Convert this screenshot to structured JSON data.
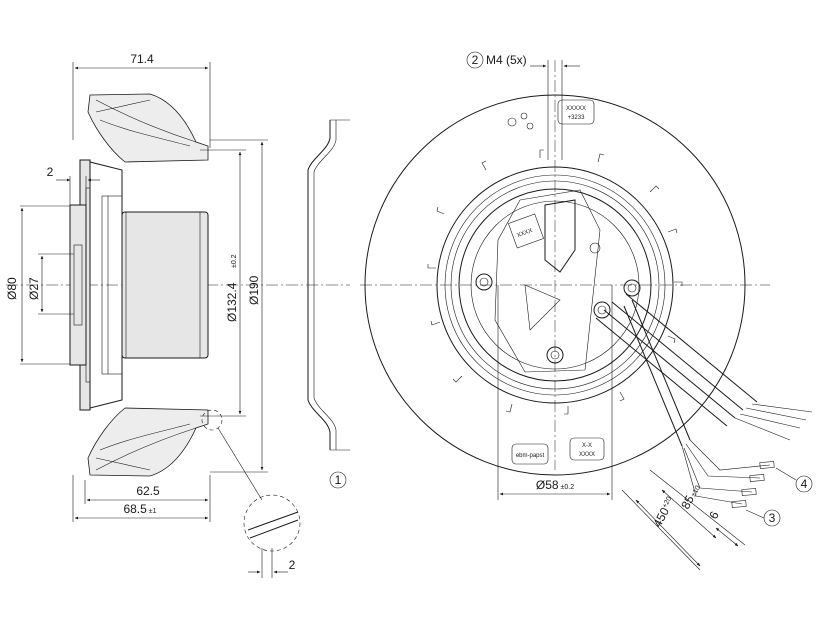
{
  "side_view": {
    "dim_overall_length": "71.4",
    "dim_offset": "2",
    "dim_diameter_80": "Ø80",
    "dim_diameter_27": "Ø27",
    "dim_diameter_132": "Ø132.4",
    "dim_diameter_132_tol": "±0.2",
    "dim_diameter_190": "Ø190",
    "dim_hub_length": "62.5",
    "dim_total_length": "68.5",
    "dim_total_length_tol": "±1",
    "detail_gap": "2",
    "callout_1": "1"
  },
  "front_view": {
    "thread_callout_num": "2",
    "thread_label": "M4 (5x)",
    "label_top_line1": "XXXXX",
    "label_top_line2": "+3233",
    "label_bottom_right_line1": "X-X",
    "label_bottom_right_line2": "XXXX",
    "label_bottom_left": "ebm-papst",
    "dim_bolt_circle": "Ø58",
    "dim_bolt_circle_tol": "±0.2",
    "cable_dim_450": "450",
    "cable_dim_450_tol": "+20",
    "cable_dim_85": "85",
    "cable_dim_85_tol": "±10",
    "cable_dim_6": "6",
    "callout_3": "3",
    "callout_4": "4"
  }
}
